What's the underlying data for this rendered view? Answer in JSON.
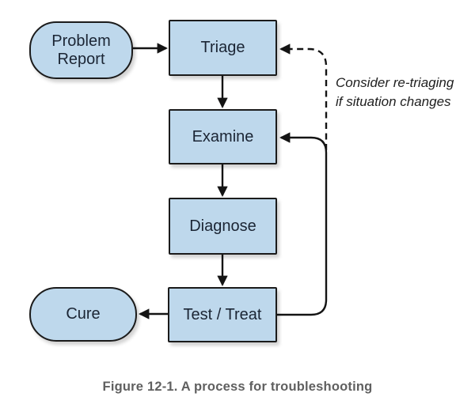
{
  "caption": "Figure 12-1. A process for troubleshooting",
  "annotation": {
    "line1": "Consider re-triaging",
    "line2": "if situation changes"
  },
  "nodes": [
    {
      "id": "problem-report",
      "label": "Problem Report",
      "shape": "stadium"
    },
    {
      "id": "triage",
      "label": "Triage",
      "shape": "rect"
    },
    {
      "id": "examine",
      "label": "Examine",
      "shape": "rect"
    },
    {
      "id": "diagnose",
      "label": "Diagnose",
      "shape": "rect"
    },
    {
      "id": "test-treat",
      "label": "Test / Treat",
      "shape": "rect"
    },
    {
      "id": "cure",
      "label": "Cure",
      "shape": "stadium"
    }
  ],
  "edges": [
    {
      "from": "Problem Report",
      "to": "Triage",
      "style": "solid"
    },
    {
      "from": "Triage",
      "to": "Examine",
      "style": "solid"
    },
    {
      "from": "Examine",
      "to": "Diagnose",
      "style": "solid"
    },
    {
      "from": "Diagnose",
      "to": "Test / Treat",
      "style": "solid"
    },
    {
      "from": "Test / Treat",
      "to": "Cure",
      "style": "solid"
    },
    {
      "from": "Test / Treat",
      "to": "Examine",
      "style": "solid"
    },
    {
      "from": "Test / Treat",
      "to": "Triage",
      "style": "dashed",
      "label": "Consider re-triaging if situation changes"
    }
  ],
  "colors": {
    "background": "#ffffff",
    "node_fill": "#bed8ec",
    "node_border": "#1b1b1b",
    "node_text": "#1b2534",
    "arrow": "#141414",
    "annotation_text": "#1f1f1f",
    "caption_text": "#606060"
  }
}
